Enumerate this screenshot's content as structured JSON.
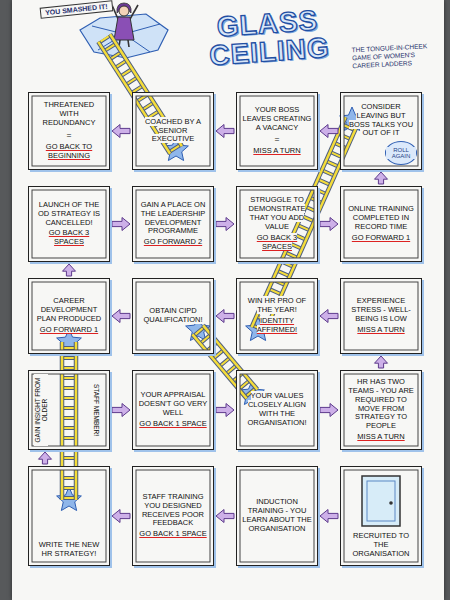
{
  "diagram": {
    "title": "GLASS CEILING",
    "nodes": [
      {
        "text": [
          "THREATENED WITH REDUNDANCY",
          "=",
          "GO BACK TO BEGINNING"
        ]
      },
      {
        "text": [
          "COACHED BY A SENIOR EXECUTIVE"
        ]
      },
      {
        "text": [
          "YOUR BOSS LEAVES CREATING A VACANCY",
          "=",
          "MISS A TURN"
        ]
      },
      {
        "text": [
          "CONSIDER LEAVING BUT BOSS TALKS YOU OUT OF IT",
          "ROLL AGAIN"
        ]
      },
      {
        "text": [
          "LAUNCH OF THE OD STRATEGY IS CANCELLED!",
          "GO BACK 3 SPACES"
        ]
      },
      {
        "text": [
          "GAIN A PLACE ON THE LEADERSHIP DEVELOPMENT PROGRAMME",
          "GO FORWARD 2"
        ]
      },
      {
        "text": [
          "STRUGGLE TO DEMONSTRATE THAT YOU ADD VALUE",
          "GO BACK 3 SPACES"
        ]
      },
      {
        "text": [
          "ONLINE TRAINING COMPLETED IN RECORD TIME",
          "GO FORWARD 1"
        ]
      },
      {
        "text": [
          "CAREER DEVELOPMENT PLAN PRODUCED",
          "GO FORWARD 1"
        ]
      },
      {
        "text": [
          "OBTAIN CIPD QUALIFICATION!"
        ]
      },
      {
        "text": [
          "WIN HR PRO OF THE YEAR!",
          "IDENTITY AFFIRMED!"
        ]
      },
      {
        "text": [
          "EXPERIENCE STRESS - WELL-BEING IS LOW",
          "MISS A TURN"
        ]
      },
      {
        "text": [
          "GAIN INSIGHT FROM OLDER",
          "STAFF MEMBER!"
        ]
      },
      {
        "text": [
          "YOUR APPRAISAL DOESN'T GO VERY WELL",
          "GO BACK 1 SPACE"
        ]
      },
      {
        "text": [
          "YOUR VALUES CLOSELY ALIGN WITH THE ORGANISATION!"
        ]
      },
      {
        "text": [
          "HR HAS TWO TEAMS - YOU ARE REQUIRED TO MOVE FROM STRATEGY TO PEOPLE",
          "MISS A TURN"
        ]
      },
      {
        "text": [
          "WRITE THE NEW HR STRATEGY!"
        ]
      },
      {
        "text": [
          "STAFF TRAINING YOU DESIGNED RECEIVES POOR FEEDBACK",
          "GO BACK 1 SPACE"
        ]
      },
      {
        "text": [
          "INDUCTION TRAINING - YOU LEARN ABOUT THE ORGANISATION"
        ]
      },
      {
        "text": [
          "RECRUITED TO THE ORGANISATION"
        ]
      }
    ],
    "edges": [
      {
        "from": 19,
        "to": 18,
        "arrow": "to"
      },
      {
        "from": 18,
        "to": 17,
        "arrow": "to"
      },
      {
        "from": 17,
        "to": 16,
        "arrow": "to"
      },
      {
        "from": 16,
        "to": 12,
        "arrow": "to"
      },
      {
        "from": 12,
        "to": 13,
        "arrow": "to"
      },
      {
        "from": 13,
        "to": 14,
        "arrow": "to"
      },
      {
        "from": 14,
        "to": 15,
        "arrow": "to"
      },
      {
        "from": 15,
        "to": 11,
        "arrow": "to"
      },
      {
        "from": 11,
        "to": 10,
        "arrow": "to"
      },
      {
        "from": 10,
        "to": 9,
        "arrow": "to"
      },
      {
        "from": 9,
        "to": 8,
        "arrow": "to"
      },
      {
        "from": 8,
        "to": 4,
        "arrow": "to"
      },
      {
        "from": 4,
        "to": 5,
        "arrow": "to"
      },
      {
        "from": 5,
        "to": 6,
        "arrow": "to"
      },
      {
        "from": 6,
        "to": 7,
        "arrow": "to"
      },
      {
        "from": 7,
        "to": 3,
        "arrow": "to"
      },
      {
        "from": 3,
        "to": 2,
        "arrow": "to"
      },
      {
        "from": 2,
        "to": 1,
        "arrow": "to"
      },
      {
        "from": 1,
        "to": 0,
        "arrow": "to"
      }
    ],
    "labels": [
      "YOU SMASHED IT!",
      "THE TONGUE-IN-CHEEK GAME OF WOMEN'S CAREER LADDERS"
    ]
  }
}
